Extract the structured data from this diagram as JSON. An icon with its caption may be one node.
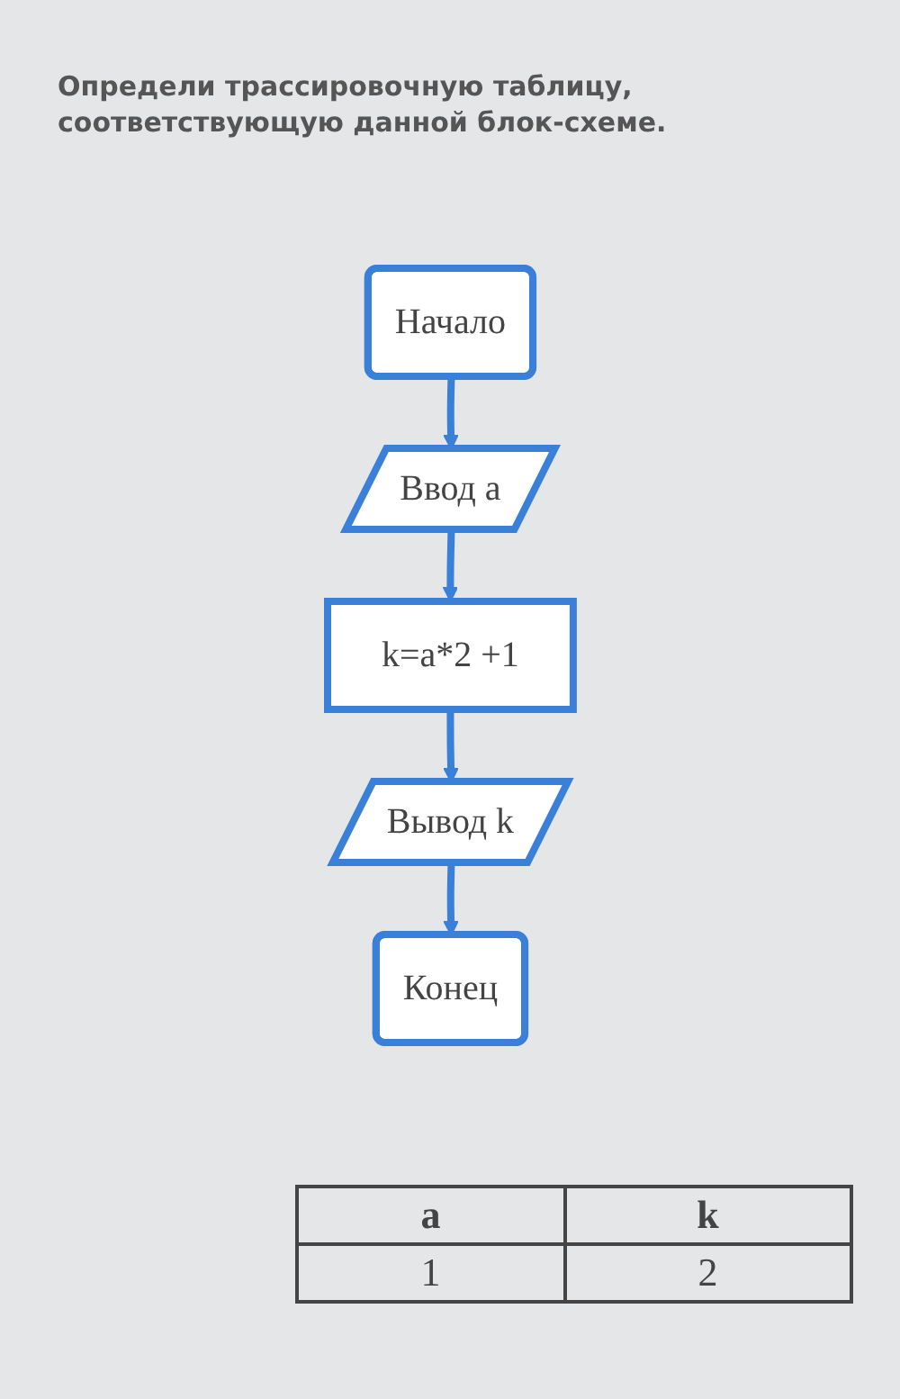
{
  "diagram": {
    "title": "Определи трассировочную таблицу, соответствующую данной блок-схеме.",
    "nodes": [
      {
        "text": [
          "Начало"
        ]
      },
      {
        "text": [
          "Ввод а"
        ]
      },
      {
        "text": [
          "k=a*2 +1"
        ]
      },
      {
        "text": [
          "Вывод k"
        ]
      },
      {
        "text": [
          "Конец"
        ]
      }
    ],
    "edges": [
      {
        "from": 0,
        "to": 1,
        "arrow": "to"
      },
      {
        "from": 1,
        "to": 2,
        "arrow": "to"
      },
      {
        "from": 2,
        "to": 3,
        "arrow": "to"
      },
      {
        "from": 3,
        "to": 4,
        "arrow": "to"
      }
    ],
    "labels": [
      "a",
      "k",
      "1",
      "2"
    ]
  }
}
